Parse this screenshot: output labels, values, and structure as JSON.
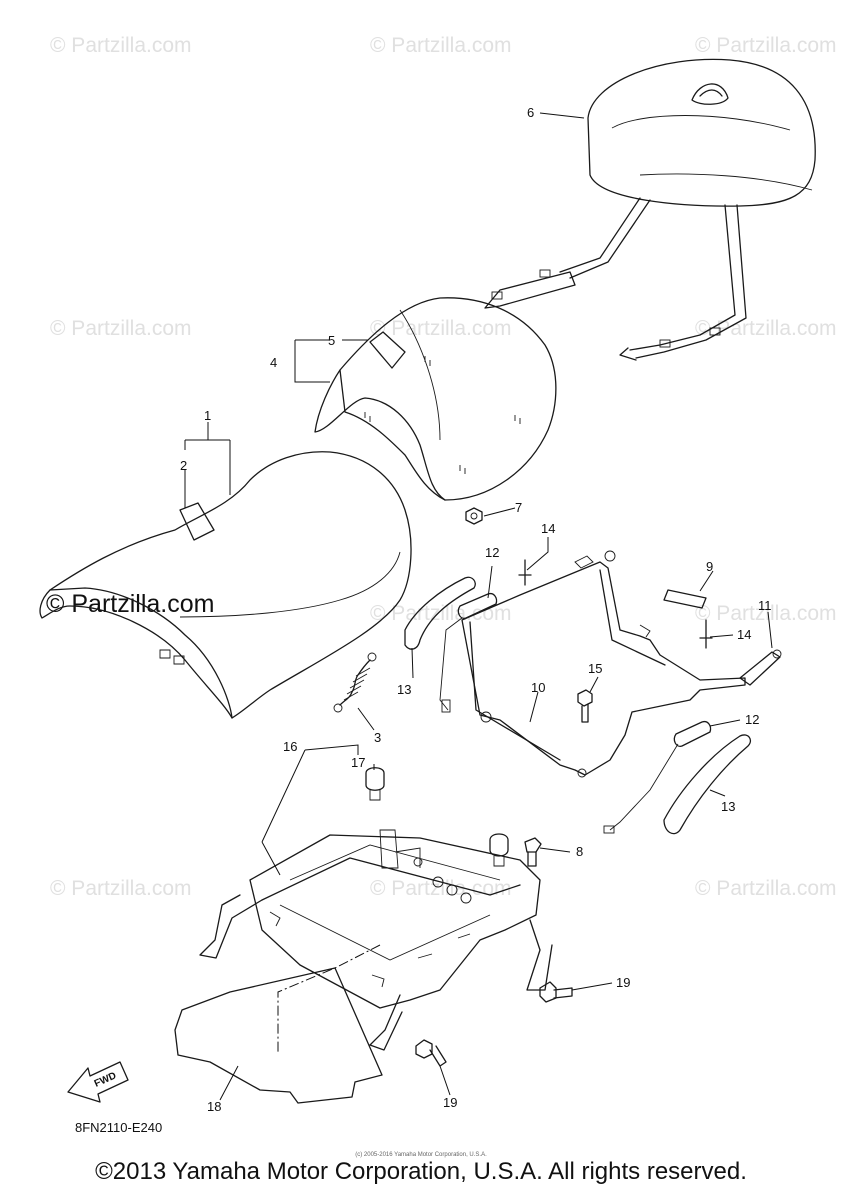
{
  "watermark": {
    "text": "© Partzilla.com",
    "prominent_text": "© Partzilla.com"
  },
  "callouts": {
    "c1": "1",
    "c2": "2",
    "c3": "3",
    "c4": "4",
    "c5": "5",
    "c6": "6",
    "c7": "7",
    "c8": "8",
    "c9": "9",
    "c10": "10",
    "c11": "11",
    "c12a": "12",
    "c12b": "12",
    "c13a": "13",
    "c13b": "13",
    "c14a": "14",
    "c14b": "14",
    "c15": "15",
    "c16": "16",
    "c17": "17",
    "c18": "18",
    "c19a": "19",
    "c19b": "19"
  },
  "forward_arrow": {
    "label": "FWD"
  },
  "diagram_code": "8FN2110-E240",
  "tiny_copyright": "(c) 2005-2016 Yamaha Motor Corporation, U.S.A.",
  "copyright": "©2013 Yamaha Motor Corporation, U.S.A. All rights reserved."
}
